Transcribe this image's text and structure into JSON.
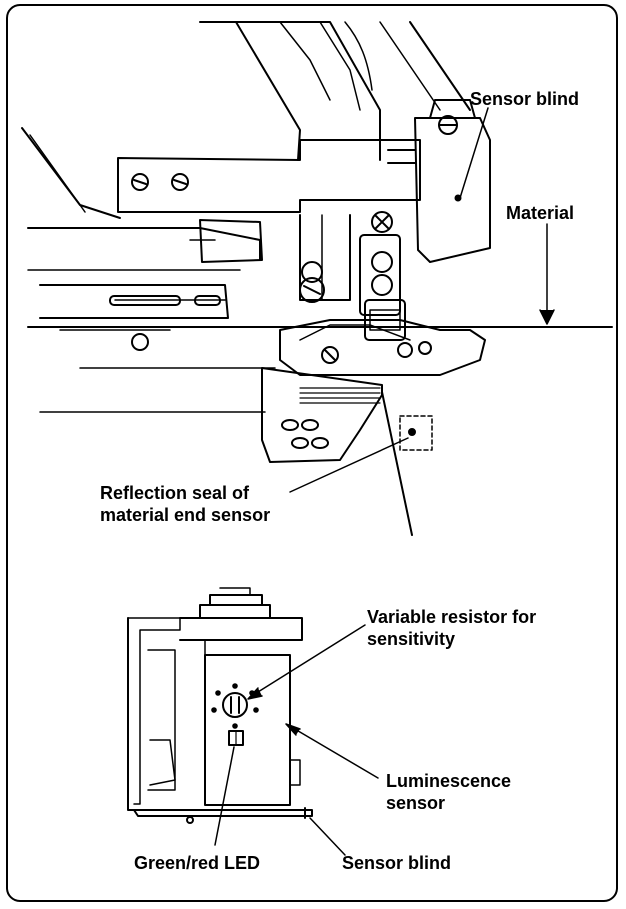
{
  "labels": {
    "sensor_blind_top": "Sensor blind",
    "material": "Material",
    "reflection_seal_line1": "Reflection seal of",
    "reflection_seal_line2": "material end sensor",
    "variable_resistor_line1": "Variable resistor for",
    "variable_resistor_line2": "sensitivity",
    "luminescence_line1": "Luminescence",
    "luminescence_line2": "sensor",
    "green_red_led": "Green/red LED",
    "sensor_blind_bottom": "Sensor blind"
  }
}
